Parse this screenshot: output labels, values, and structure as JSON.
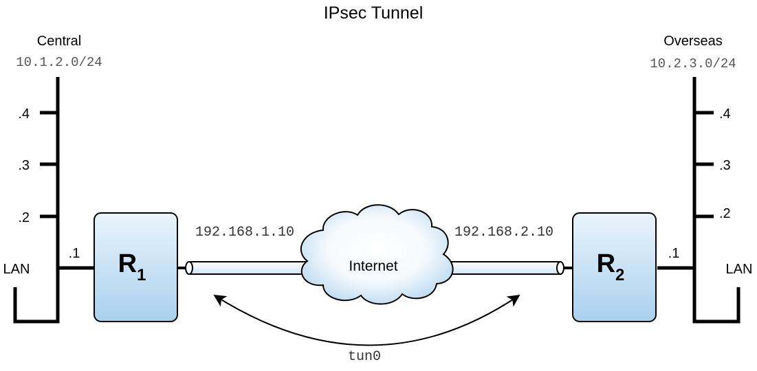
{
  "title": "IPsec Tunnel",
  "central": {
    "name": "Central",
    "subnet": "10.1.2.0/24",
    "hosts": [
      ".4",
      ".3",
      ".2"
    ],
    "router_if": ".1",
    "lan_label": "LAN",
    "router": {
      "label": "R",
      "sub": "1"
    },
    "public_ip": "192.168.1.10"
  },
  "overseas": {
    "name": "Overseas",
    "subnet": "10.2.3.0/24",
    "hosts": [
      ".4",
      ".3",
      ".2"
    ],
    "router_if": ".1",
    "lan_label": "LAN",
    "router": {
      "label": "R",
      "sub": "2"
    },
    "public_ip": "192.168.2.10"
  },
  "cloud_label": "Internet",
  "tunnel_label": "tun0",
  "colors": {
    "router_fill_top": "#eaf4fc",
    "router_fill_bottom": "#a9d0ee",
    "pipe_fill": "#e8f3fb",
    "cloud_fill_center": "#ffffff",
    "cloud_fill_edge": "#b9d8f0",
    "line": "#000000"
  }
}
